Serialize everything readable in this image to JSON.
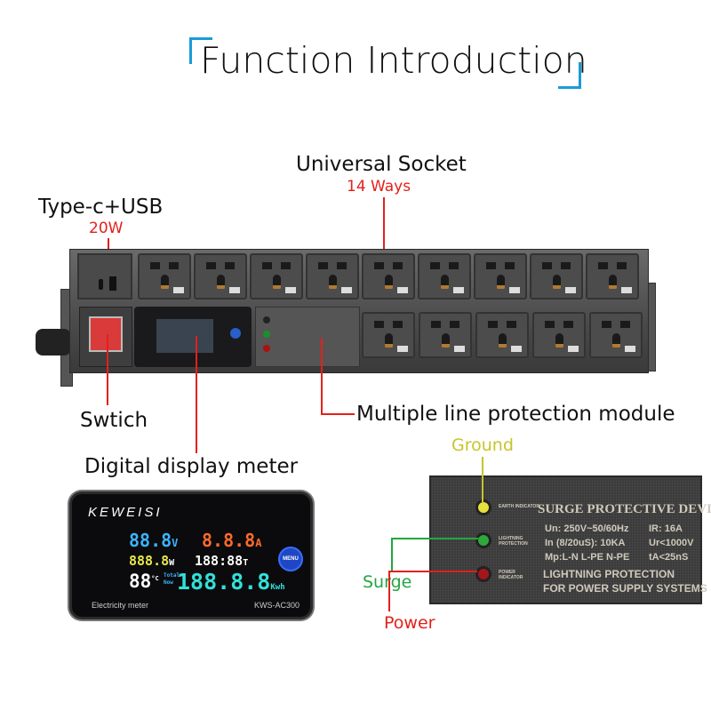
{
  "title": "Function Introduction",
  "labels": {
    "universal_socket": "Universal Socket",
    "ways": "14 Ways",
    "type_c_usb": "Type-c+USB",
    "usb_power": "20W",
    "switch": "Swtich",
    "meter": "Digital display meter",
    "protection_module": "Multiple line protection module",
    "ground": "Ground",
    "surge": "Surge",
    "power": "Power"
  },
  "meter": {
    "brand": "KEWEISI",
    "voltage": "88.8",
    "voltage_unit": "V",
    "current": "8.8.8",
    "current_unit": "A",
    "power": "888.8",
    "power_unit": "W",
    "time": "188:88",
    "time_unit": "T",
    "temp": "88",
    "temp_unit": "°C",
    "total": "Total",
    "now": "Now",
    "energy": "188.8.8",
    "energy_unit": "Kwh",
    "menu": "MENU",
    "caption": "Electricity meter",
    "model": "KWS-AC300"
  },
  "spd": {
    "title": "SURGE PROTECTIVE DEVICE",
    "earth": "EARTH INDICATOR",
    "lightning": "LIGHTNING PROTECTION",
    "power_ind": "POWER INDICATOR",
    "spec1": "Un: 250V~50/60Hz",
    "spec1b": "IR: 16A",
    "spec2": "In (8/20uS): 10KA",
    "spec2b": "Ur<1000V",
    "spec3": "Mp:L-N L-PE N-PE",
    "spec3b": "tA<25nS",
    "footer1": "LIGHTNING PROTECTION",
    "footer2": "FOR POWER SUPPLY SYSTEMS"
  },
  "colors": {
    "accent": "#1a9bd7",
    "red": "#e3201b",
    "green": "#21a640",
    "ground": "#c9c42a"
  }
}
